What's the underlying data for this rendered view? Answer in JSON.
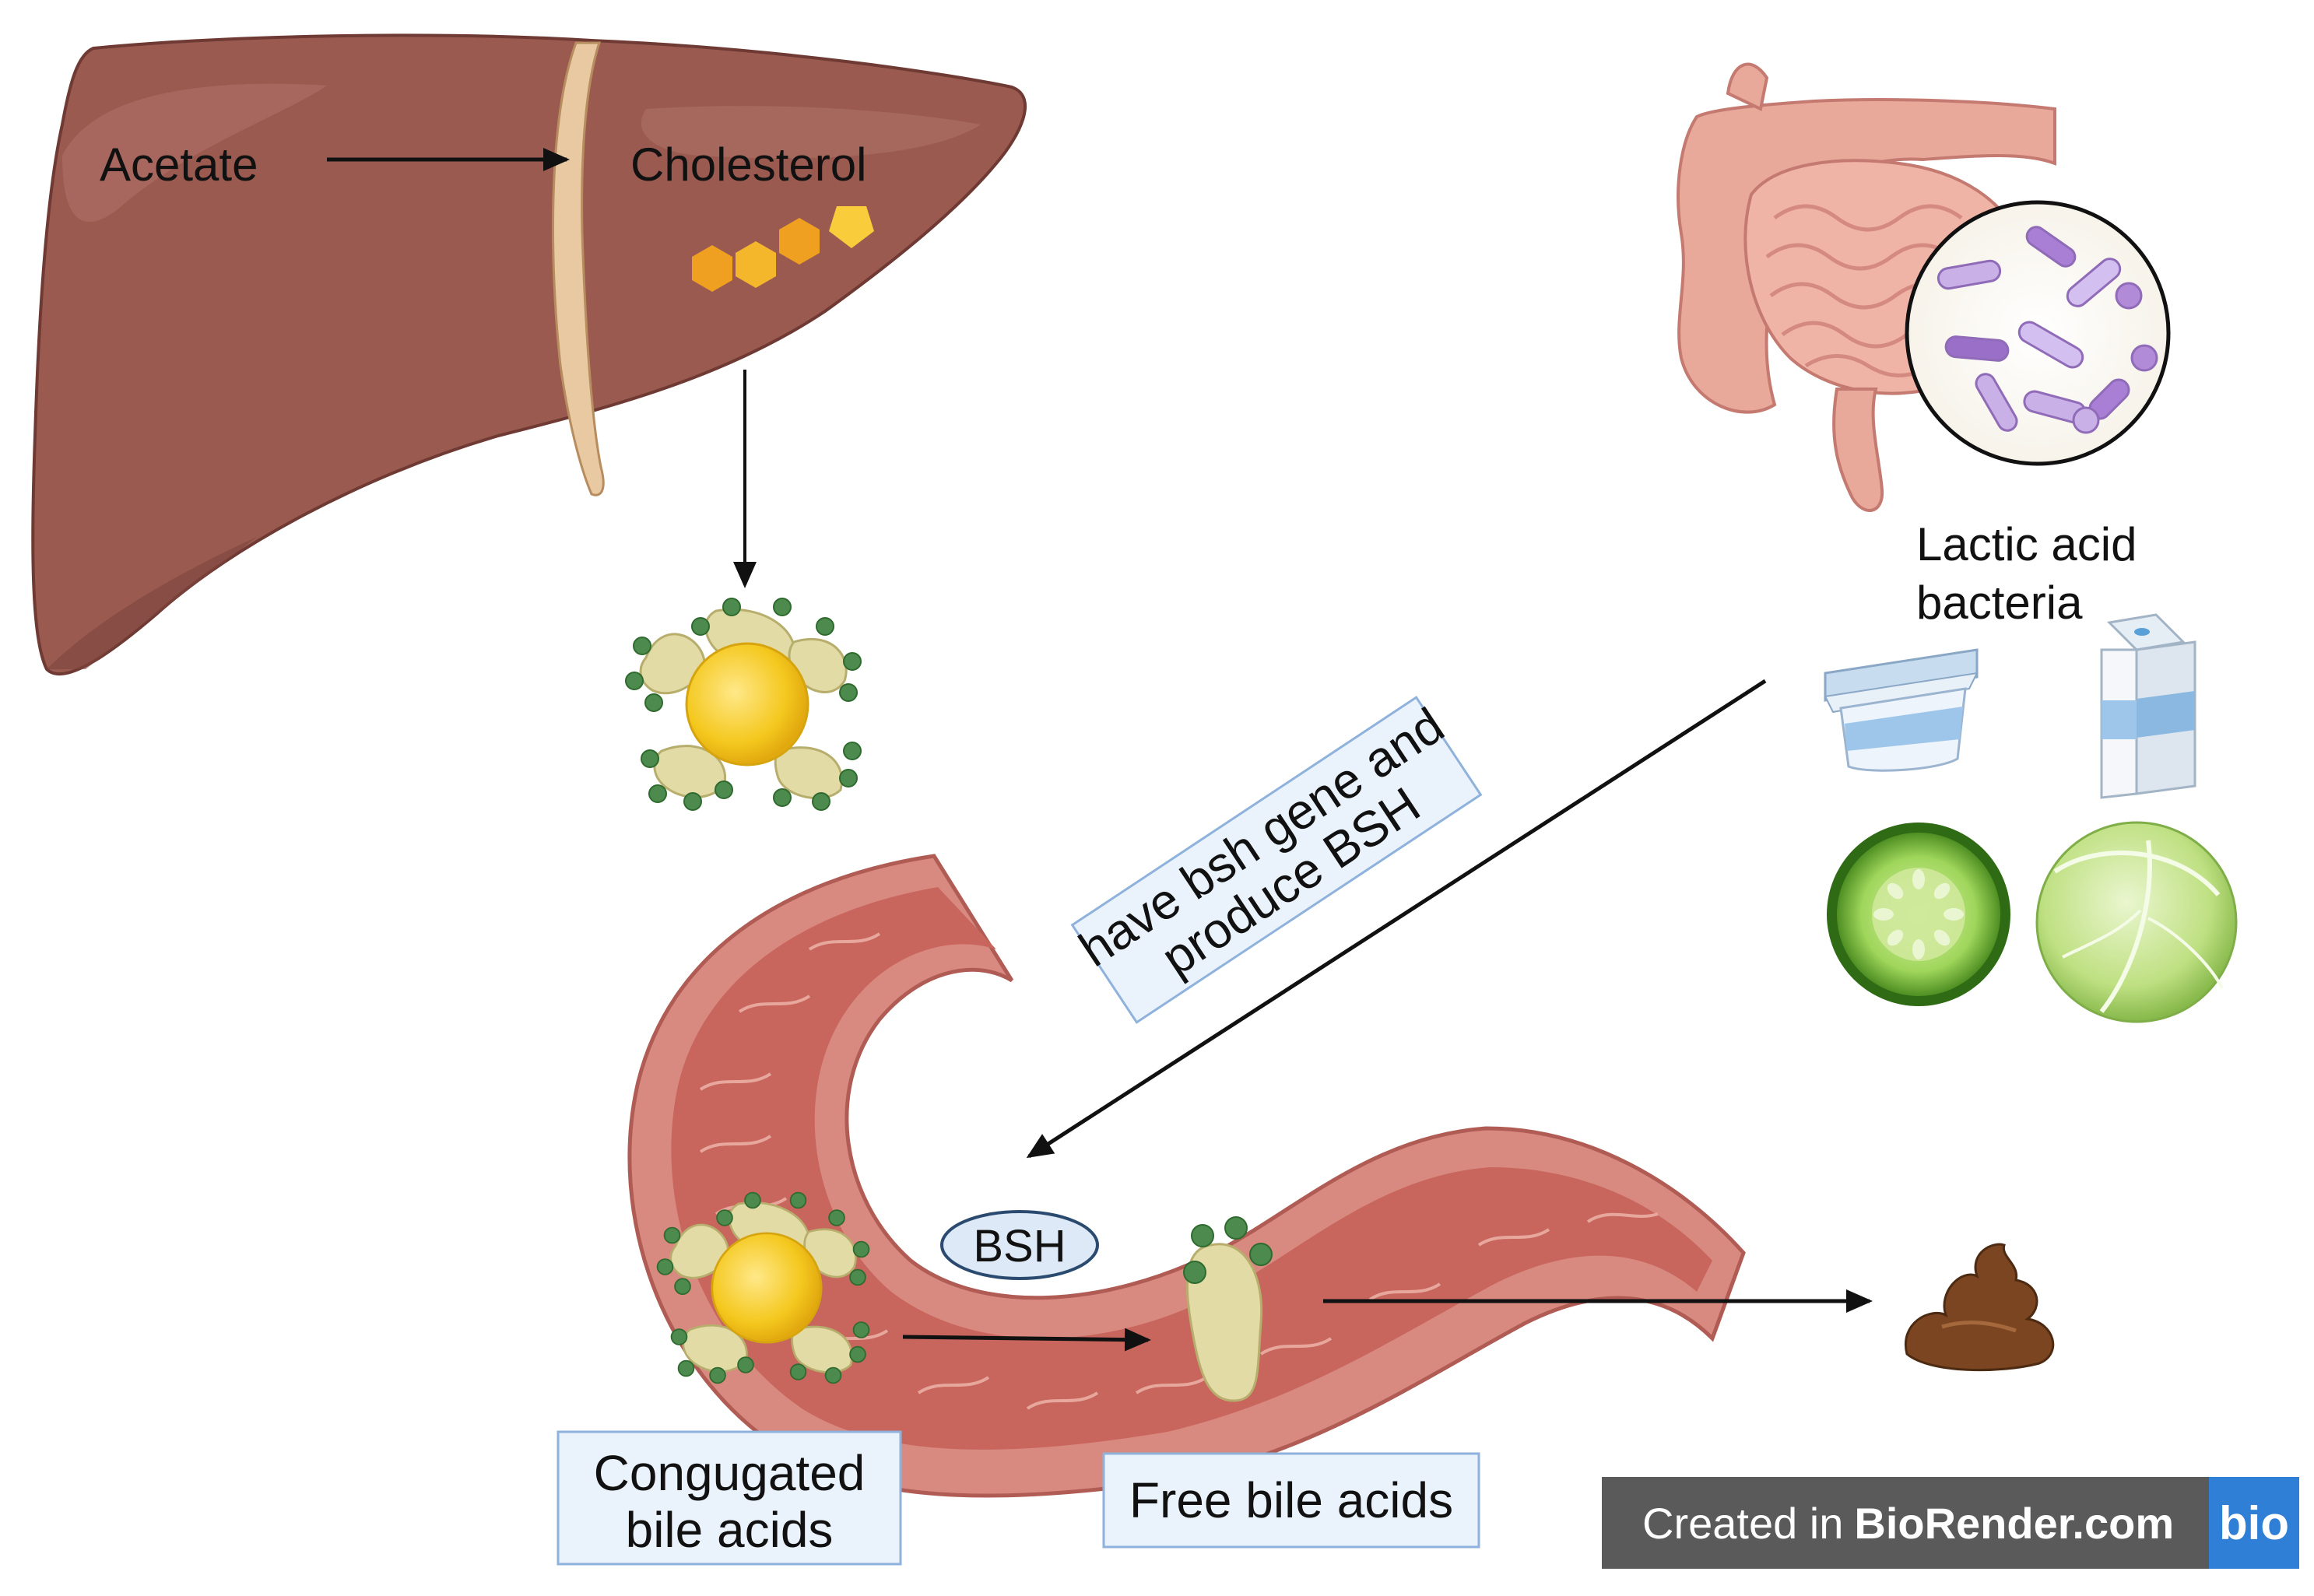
{
  "labels": {
    "acetate": "Acetate",
    "cholesterol": "Cholesterol",
    "lab_line1": "Lactic acid",
    "lab_line2": "bacteria",
    "bsh_box_line1": "have bsh gene and",
    "bsh_box_line2": "produce BSH",
    "bsh": "BSH",
    "conj_line1": "Congugated",
    "conj_line2": "bile acids",
    "free": "Free bile acids"
  },
  "badge": {
    "prefix": "Created in",
    "brand": "BioRender.com",
    "logo": "bio"
  },
  "icons": [
    "liver-icon",
    "cholesterol-molecule-icon",
    "bile-acid-micelle-icon",
    "intestine-icon",
    "bacteria-magnifier-icon",
    "yogurt-icon",
    "milk-carton-icon",
    "cucumber-icon",
    "cabbage-icon",
    "stool-icon",
    "free-bile-acid-icon"
  ],
  "colors": {
    "liver": "#9a5a50",
    "gut_wall": "#d98a80",
    "gut_lumen": "#c8665e",
    "label_box_fill": "#eaf2fb",
    "label_box_stroke": "#8fb2dc",
    "bile_core": "#f4c81e",
    "bile_petal": "#e2dba6",
    "bile_dot": "#4d8a4d",
    "cholesterol": "#f0a020"
  }
}
